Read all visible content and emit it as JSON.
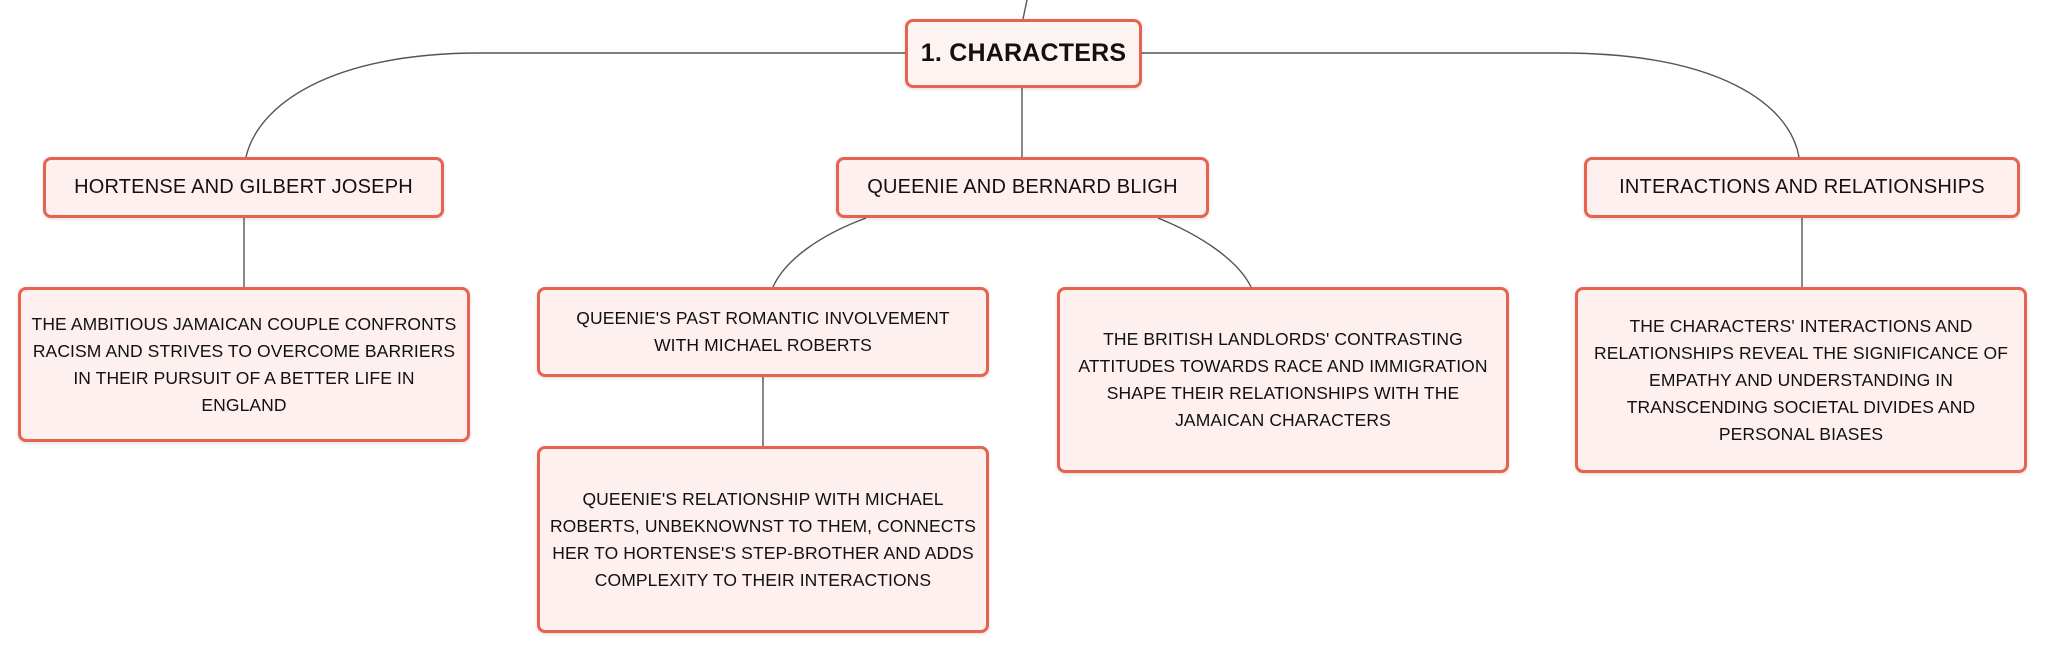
{
  "diagram": {
    "root": {
      "label": "1. CHARACTERS"
    },
    "level1": {
      "hortense": "HORTENSE AND GILBERT JOSEPH",
      "queenie": "QUEENIE AND BERNARD BLIGH",
      "interactions": "INTERACTIONS AND RELATIONSHIPS"
    },
    "level2": {
      "ambitious": "THE AMBITIOUS JAMAICAN COUPLE CONFRONTS RACISM AND STRIVES TO OVERCOME BARRIERS IN THEIR PURSUIT OF A BETTER LIFE IN ENGLAND",
      "romantic": "QUEENIE'S PAST ROMANTIC INVOLVEMENT WITH MICHAEL ROBERTS",
      "landlords": "THE BRITISH LANDLORDS' CONTRASTING ATTITUDES TOWARDS RACE AND IMMIGRATION SHAPE THEIR RELATIONSHIPS WITH THE JAMAICAN CHARACTERS",
      "empathy": "THE CHARACTERS' INTERACTIONS AND RELATIONSHIPS REVEAL THE SIGNIFICANCE OF EMPATHY AND UNDERSTANDING IN TRANSCENDING SOCIETAL DIVIDES AND PERSONAL BIASES"
    },
    "level3": {
      "relationship": "QUEENIE'S RELATIONSHIP WITH MICHAEL ROBERTS, UNBEKNOWNST TO THEM, CONNECTS HER TO HORTENSE'S STEP-BROTHER AND ADDS COMPLEXITY TO THEIR INTERACTIONS"
    },
    "colors": {
      "node_border": "#e8634f",
      "node_fill": "#fdf0ee",
      "connector": "#555555"
    }
  }
}
